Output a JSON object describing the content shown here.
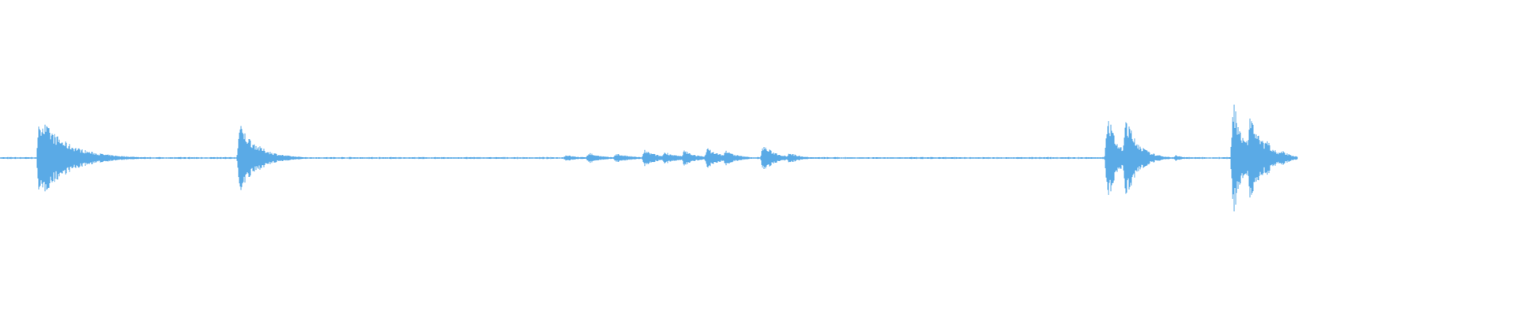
{
  "waveform": {
    "color": "#5aaae6",
    "background": "#ffffff",
    "duration_fraction": 0.855,
    "bursts": [
      {
        "at": 0.026,
        "amp": 0.88,
        "decay": 0.018
      },
      {
        "at": 0.039,
        "amp": 0.22,
        "decay": 0.012
      },
      {
        "at": 0.158,
        "amp": 0.72,
        "decay": 0.012
      },
      {
        "at": 0.373,
        "amp": 0.07,
        "decay": 0.008
      },
      {
        "at": 0.388,
        "amp": 0.12,
        "decay": 0.008
      },
      {
        "at": 0.406,
        "amp": 0.1,
        "decay": 0.01
      },
      {
        "at": 0.425,
        "amp": 0.17,
        "decay": 0.009
      },
      {
        "at": 0.438,
        "amp": 0.14,
        "decay": 0.009
      },
      {
        "at": 0.451,
        "amp": 0.17,
        "decay": 0.008
      },
      {
        "at": 0.466,
        "amp": 0.22,
        "decay": 0.009
      },
      {
        "at": 0.478,
        "amp": 0.17,
        "decay": 0.008
      },
      {
        "at": 0.503,
        "amp": 0.28,
        "decay": 0.009
      },
      {
        "at": 0.52,
        "amp": 0.12,
        "decay": 0.008
      },
      {
        "at": 0.73,
        "amp": 1.0,
        "decay": 0.006
      },
      {
        "at": 0.742,
        "amp": 0.92,
        "decay": 0.008
      },
      {
        "at": 0.775,
        "amp": 0.06,
        "decay": 0.006
      },
      {
        "at": 0.813,
        "amp": 1.25,
        "decay": 0.007
      },
      {
        "at": 0.824,
        "amp": 1.0,
        "decay": 0.008
      },
      {
        "at": 0.834,
        "amp": 0.45,
        "decay": 0.007
      },
      {
        "at": 0.844,
        "amp": 0.2,
        "decay": 0.006
      }
    ]
  }
}
